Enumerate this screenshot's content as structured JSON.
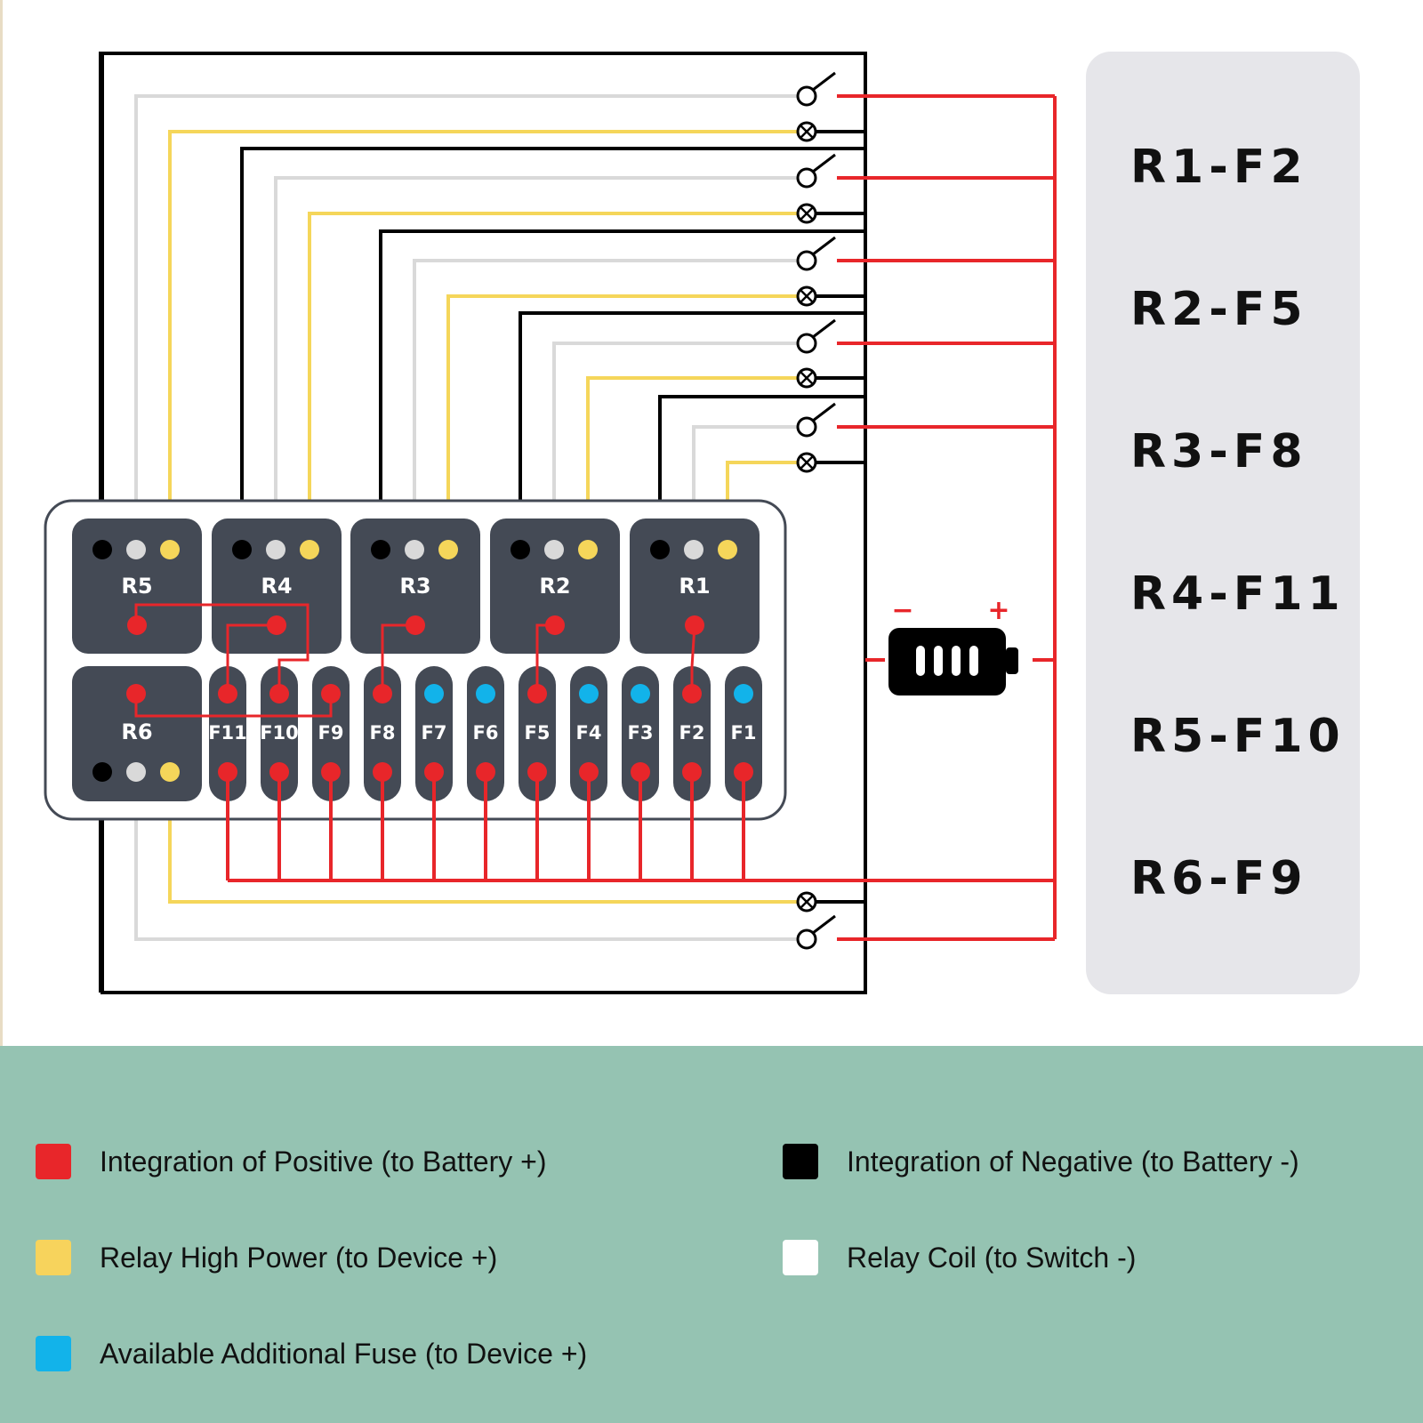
{
  "relays": [
    {
      "id": "R5"
    },
    {
      "id": "R4"
    },
    {
      "id": "R3"
    },
    {
      "id": "R2"
    },
    {
      "id": "R1"
    },
    {
      "id": "R6"
    }
  ],
  "fuses": [
    "F11",
    "F10",
    "F9",
    "F8",
    "F7",
    "F6",
    "F5",
    "F4",
    "F3",
    "F2",
    "F1"
  ],
  "available_fuses": [
    "F7",
    "F6",
    "F4",
    "F3",
    "F1"
  ],
  "battery": {
    "minus_label": "−",
    "plus_label": "+"
  },
  "mapping": [
    "R1-F2",
    "R2-F5",
    "R3-F8",
    "R4-F11",
    "R5-F10",
    "R6-F9"
  ],
  "colors": {
    "positive": "#e8262a",
    "negative": "#000000",
    "high_power": "#f5d65a",
    "coil": "#d9d9d9",
    "available": "#12b3ea",
    "panel": "#444a55",
    "legend_bg": "#95c3b2"
  },
  "legend": [
    {
      "label": "Integration of Positive (to Battery +)",
      "color": "#e8262a"
    },
    {
      "label": "Integration of Negative (to Battery -)",
      "color": "#000000"
    },
    {
      "label": "Relay High Power (to Device +)",
      "color": "#f7d35c"
    },
    {
      "label": "Relay Coil (to Switch -)",
      "color": "#ffffff"
    },
    {
      "label": "Available Additional Fuse (to Device +)",
      "color": "#12b3ea"
    }
  ]
}
